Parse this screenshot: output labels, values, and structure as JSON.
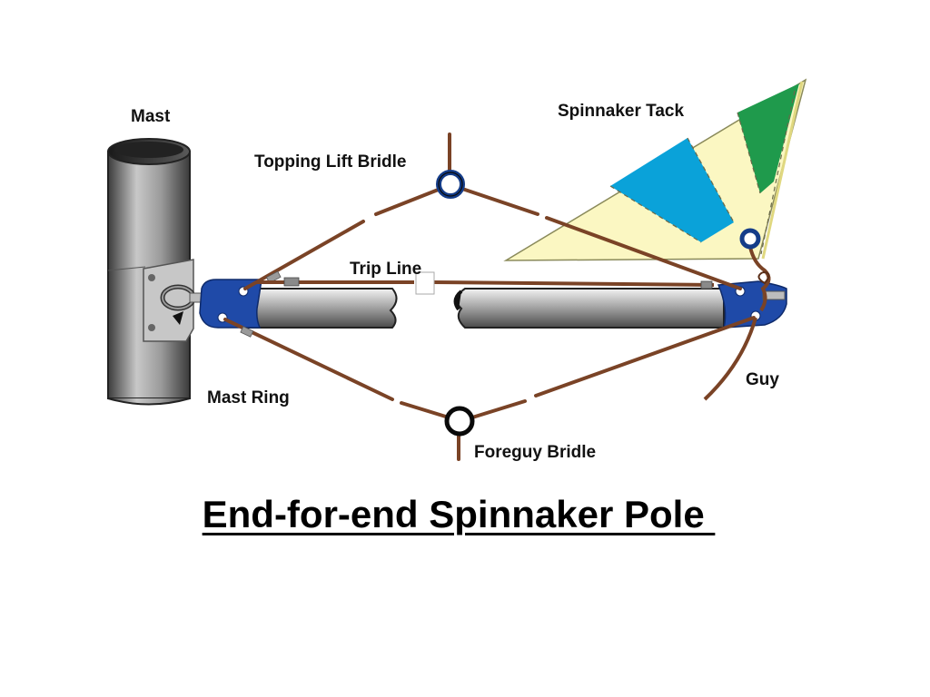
{
  "title": "End-for-end Spinnaker Pole ",
  "labels": {
    "mast": "Mast",
    "topping_lift_bridle": "Topping Lift Bridle",
    "spinnaker_tack": "Spinnaker Tack",
    "trip_line": "Trip Line",
    "guy": "Guy",
    "mast_ring": "Mast Ring",
    "foreguy_bridle": "Foreguy Bridle"
  },
  "colors": {
    "rope": "#7a4326",
    "pole_fitting": "#1f4aa8",
    "sail_cream": "#fbf7c2",
    "sail_blue": "#0aa2d9",
    "sail_green": "#1f9a4c",
    "mast_gray": "#8a8a8a"
  }
}
